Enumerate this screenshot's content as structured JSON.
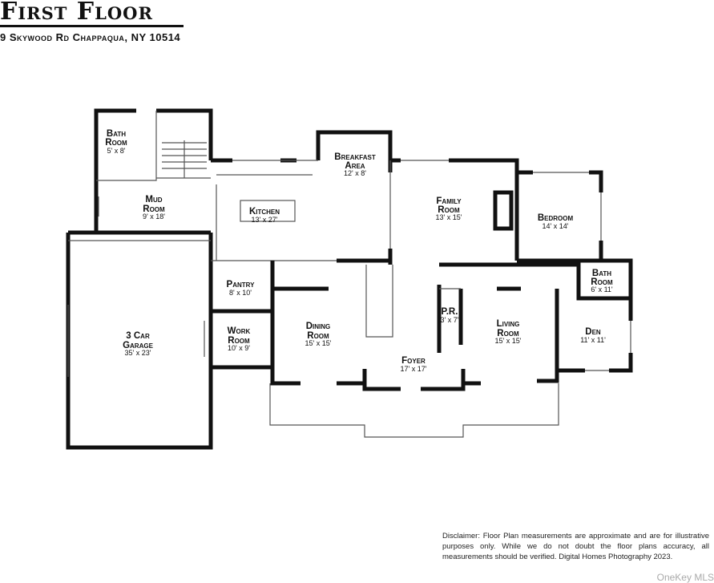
{
  "header": {
    "title": "First Floor",
    "address": "9 Skywood Rd Chappaqua, NY 10514"
  },
  "rooms": [
    {
      "name": "Bath Room",
      "dims": "5' x 8'"
    },
    {
      "name": "Mud Room",
      "dims": "9' x 18'"
    },
    {
      "name": "Kitchen",
      "dims": "13' x 27'"
    },
    {
      "name": "Breakfast Area",
      "dims": "12' x 8'"
    },
    {
      "name": "Family Room",
      "dims": "13' x 15'"
    },
    {
      "name": "Bedroom",
      "dims": "14' x 14'"
    },
    {
      "name": "Bath Room",
      "dims": "6' x 11'"
    },
    {
      "name": "Pantry",
      "dims": "8' x 10'"
    },
    {
      "name": "P.R.",
      "dims": "3' x 7'"
    },
    {
      "name": "3 Car Garage",
      "dims": "35' x 23'"
    },
    {
      "name": "Work Room",
      "dims": "10' x 9'"
    },
    {
      "name": "Dining Room",
      "dims": "15' x 15'"
    },
    {
      "name": "Living Room",
      "dims": "15' x 15'"
    },
    {
      "name": "Den",
      "dims": "11' x 11'"
    },
    {
      "name": "Foyer",
      "dims": "17' x 17'"
    }
  ],
  "room_label_lines": {
    "bath1": [
      "Bath",
      "Room"
    ],
    "mud": [
      "Mud",
      "Room"
    ],
    "breakfast": [
      "Breakfast",
      "Area"
    ],
    "family": [
      "Family",
      "Room"
    ],
    "bath2": [
      "Bath",
      "Room"
    ],
    "garage": [
      "3 Car",
      "Garage"
    ],
    "work": [
      "Work",
      "Room"
    ],
    "dining": [
      "Dining",
      "Room"
    ],
    "living": [
      "Living",
      "Room"
    ]
  },
  "disclaimer": "Disclaimer: Floor Plan measurements are approximate and are for illustrative purposes only. While we do not doubt the floor plans accuracy, all measurements should be verified. Digital Homes Photography 2023.",
  "watermark": "OneKey MLS"
}
